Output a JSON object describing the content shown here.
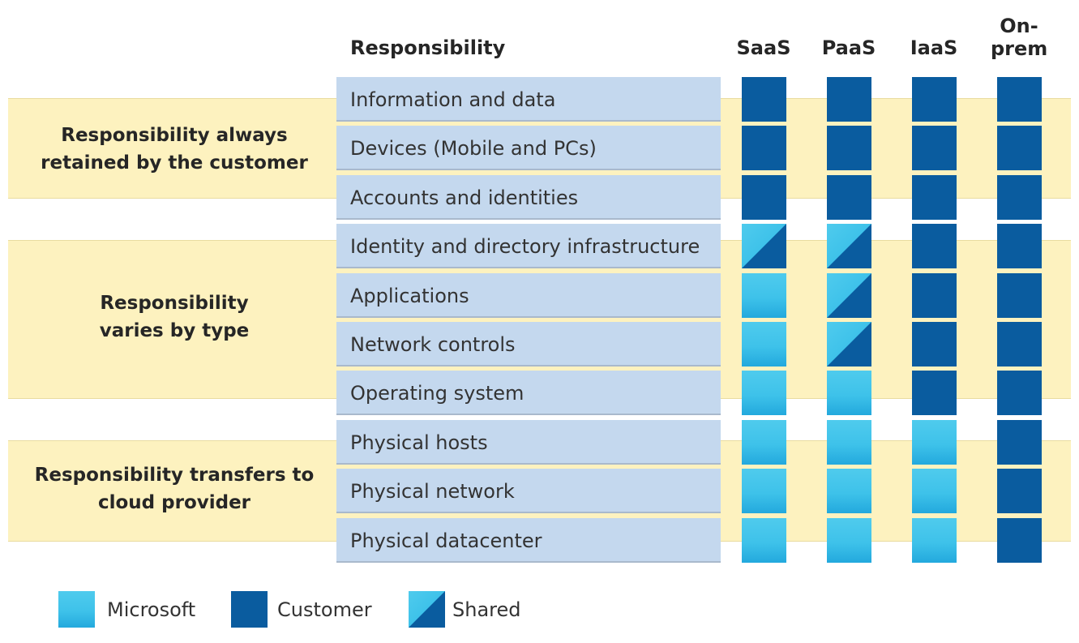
{
  "headers": {
    "responsibility": "Responsibility",
    "columns": [
      "SaaS",
      "PaaS",
      "IaaS",
      "On-\nprem"
    ]
  },
  "groups": [
    {
      "label": "Responsibility always retained by the customer"
    },
    {
      "label": "Responsibility varies by type"
    },
    {
      "label": "Responsibility transfers to cloud provider"
    }
  ],
  "rows": [
    {
      "label": "Information and data",
      "cells": [
        "customer",
        "customer",
        "customer",
        "customer"
      ]
    },
    {
      "label": "Devices (Mobile and PCs)",
      "cells": [
        "customer",
        "customer",
        "customer",
        "customer"
      ]
    },
    {
      "label": "Accounts and identities",
      "cells": [
        "customer",
        "customer",
        "customer",
        "customer"
      ]
    },
    {
      "label": "Identity and directory infrastructure",
      "cells": [
        "shared",
        "shared",
        "customer",
        "customer"
      ]
    },
    {
      "label": "Applications",
      "cells": [
        "microsoft",
        "shared",
        "customer",
        "customer"
      ]
    },
    {
      "label": "Network controls",
      "cells": [
        "microsoft",
        "shared",
        "customer",
        "customer"
      ]
    },
    {
      "label": "Operating system",
      "cells": [
        "microsoft",
        "microsoft",
        "customer",
        "customer"
      ]
    },
    {
      "label": "Physical hosts",
      "cells": [
        "microsoft",
        "microsoft",
        "microsoft",
        "customer"
      ]
    },
    {
      "label": "Physical network",
      "cells": [
        "microsoft",
        "microsoft",
        "microsoft",
        "customer"
      ]
    },
    {
      "label": "Physical datacenter",
      "cells": [
        "microsoft",
        "microsoft",
        "microsoft",
        "customer"
      ]
    }
  ],
  "legend": {
    "microsoft": "Microsoft",
    "customer": "Customer",
    "shared": "Shared"
  },
  "colors": {
    "microsoft": "#3ec2ea",
    "customer": "#0a5c9f",
    "row_background": "#c4d8ee",
    "band_background": "#fdf2bf"
  }
}
